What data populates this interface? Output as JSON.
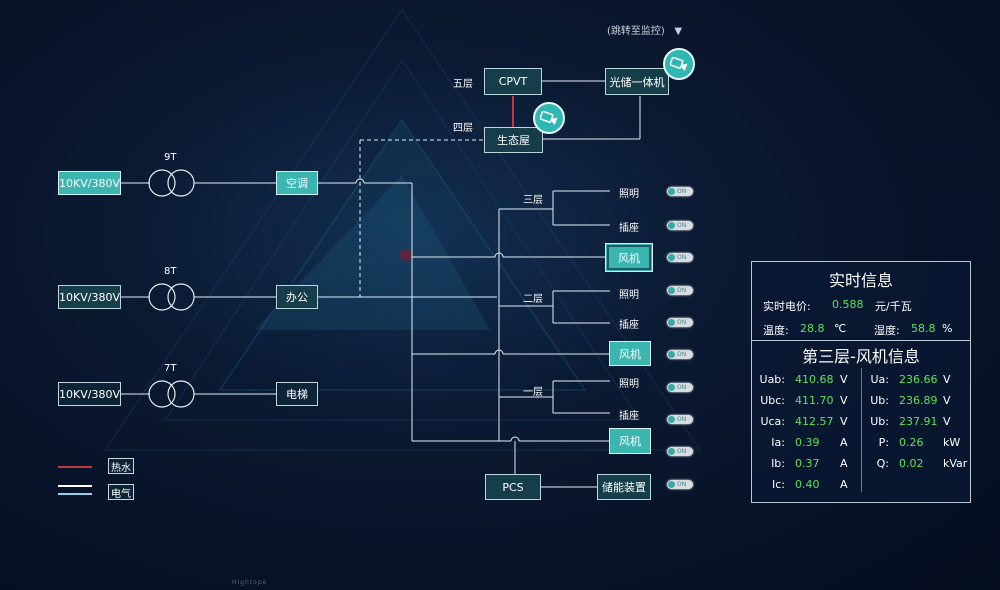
{
  "jump_link": "(跳转至监控)",
  "jump_arrow": "▼",
  "sources": [
    {
      "label": "10KV/380V",
      "transformer": "9T"
    },
    {
      "label": "10KV/380V",
      "transformer": "8T"
    },
    {
      "label": "10KV/380V",
      "transformer": "7T"
    }
  ],
  "loads": {
    "ac": "空调",
    "office": "办公",
    "elevator": "电梯"
  },
  "upper": {
    "floor5": "五层",
    "floor4": "四层",
    "cpvt": "CPVT",
    "pv_storage": "光储一体机",
    "eco_house": "生态屋"
  },
  "floors": [
    {
      "name": "三层",
      "lighting": "照明",
      "socket": "插座",
      "fan": "风机"
    },
    {
      "name": "二层",
      "lighting": "照明",
      "socket": "插座",
      "fan": "风机"
    },
    {
      "name": "一层",
      "lighting": "照明",
      "socket": "插座",
      "fan": "风机"
    }
  ],
  "pcs": "PCS",
  "storage": "储能装置",
  "toggle_text": "ON",
  "legend": [
    {
      "label": "热水",
      "color": "#c0393b"
    },
    {
      "label": "电气",
      "color": "#ffffff"
    }
  ],
  "realtime": {
    "title": "实时信息",
    "price_label": "实时电价:",
    "price_value": "0.588",
    "price_unit": "元/千瓦",
    "temp_label": "温度:",
    "temp_value": "28.8",
    "temp_unit": "℃",
    "humidity_label": "湿度:",
    "humidity_value": "58.8",
    "humidity_unit": "%"
  },
  "fan_info": {
    "title": "第三层-风机信息",
    "left": [
      {
        "label": "Uab:",
        "value": "410.68",
        "unit": "V"
      },
      {
        "label": "Ubc:",
        "value": "411.70",
        "unit": "V"
      },
      {
        "label": "Uca:",
        "value": "412.57",
        "unit": "V"
      },
      {
        "label": "Ia:",
        "value": "0.39",
        "unit": "A"
      },
      {
        "label": "Ib:",
        "value": "0.37",
        "unit": "A"
      },
      {
        "label": "Ic:",
        "value": "0.40",
        "unit": "A"
      }
    ],
    "right": [
      {
        "label": "Ua:",
        "value": "236.66",
        "unit": "V"
      },
      {
        "label": "Ub:",
        "value": "236.89",
        "unit": "V"
      },
      {
        "label": "Ub:",
        "value": "237.91",
        "unit": "V"
      },
      {
        "label": "P:",
        "value": "0.26",
        "unit": "kW"
      },
      {
        "label": "Q:",
        "value": "0.02",
        "unit": "kVar"
      }
    ]
  },
  "footer": "Hightope"
}
